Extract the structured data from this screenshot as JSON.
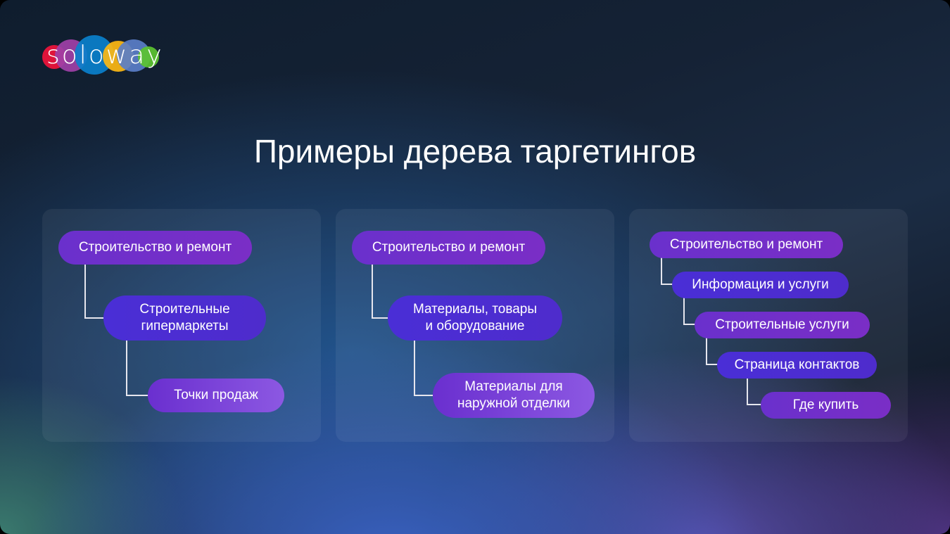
{
  "logo": {
    "text": "soloway"
  },
  "title": "Примеры дерева таргетингов",
  "trees": [
    {
      "nodes": [
        "Строительство и ремонт",
        "Строительные\nгипермаркеты",
        "Точки продаж"
      ]
    },
    {
      "nodes": [
        "Строительство и ремонт",
        "Материалы, товары\nи оборудование",
        "Материалы для\nнаружной отделки"
      ]
    },
    {
      "nodes": [
        "Строительство и ремонт",
        "Информация и услуги",
        "Строительные услуги",
        "Страница контактов",
        "Где купить"
      ]
    }
  ],
  "colors": {
    "node_purple": "#6a30cc",
    "node_indigo": "#4a2ed6",
    "node_light": "#8c58e2"
  }
}
